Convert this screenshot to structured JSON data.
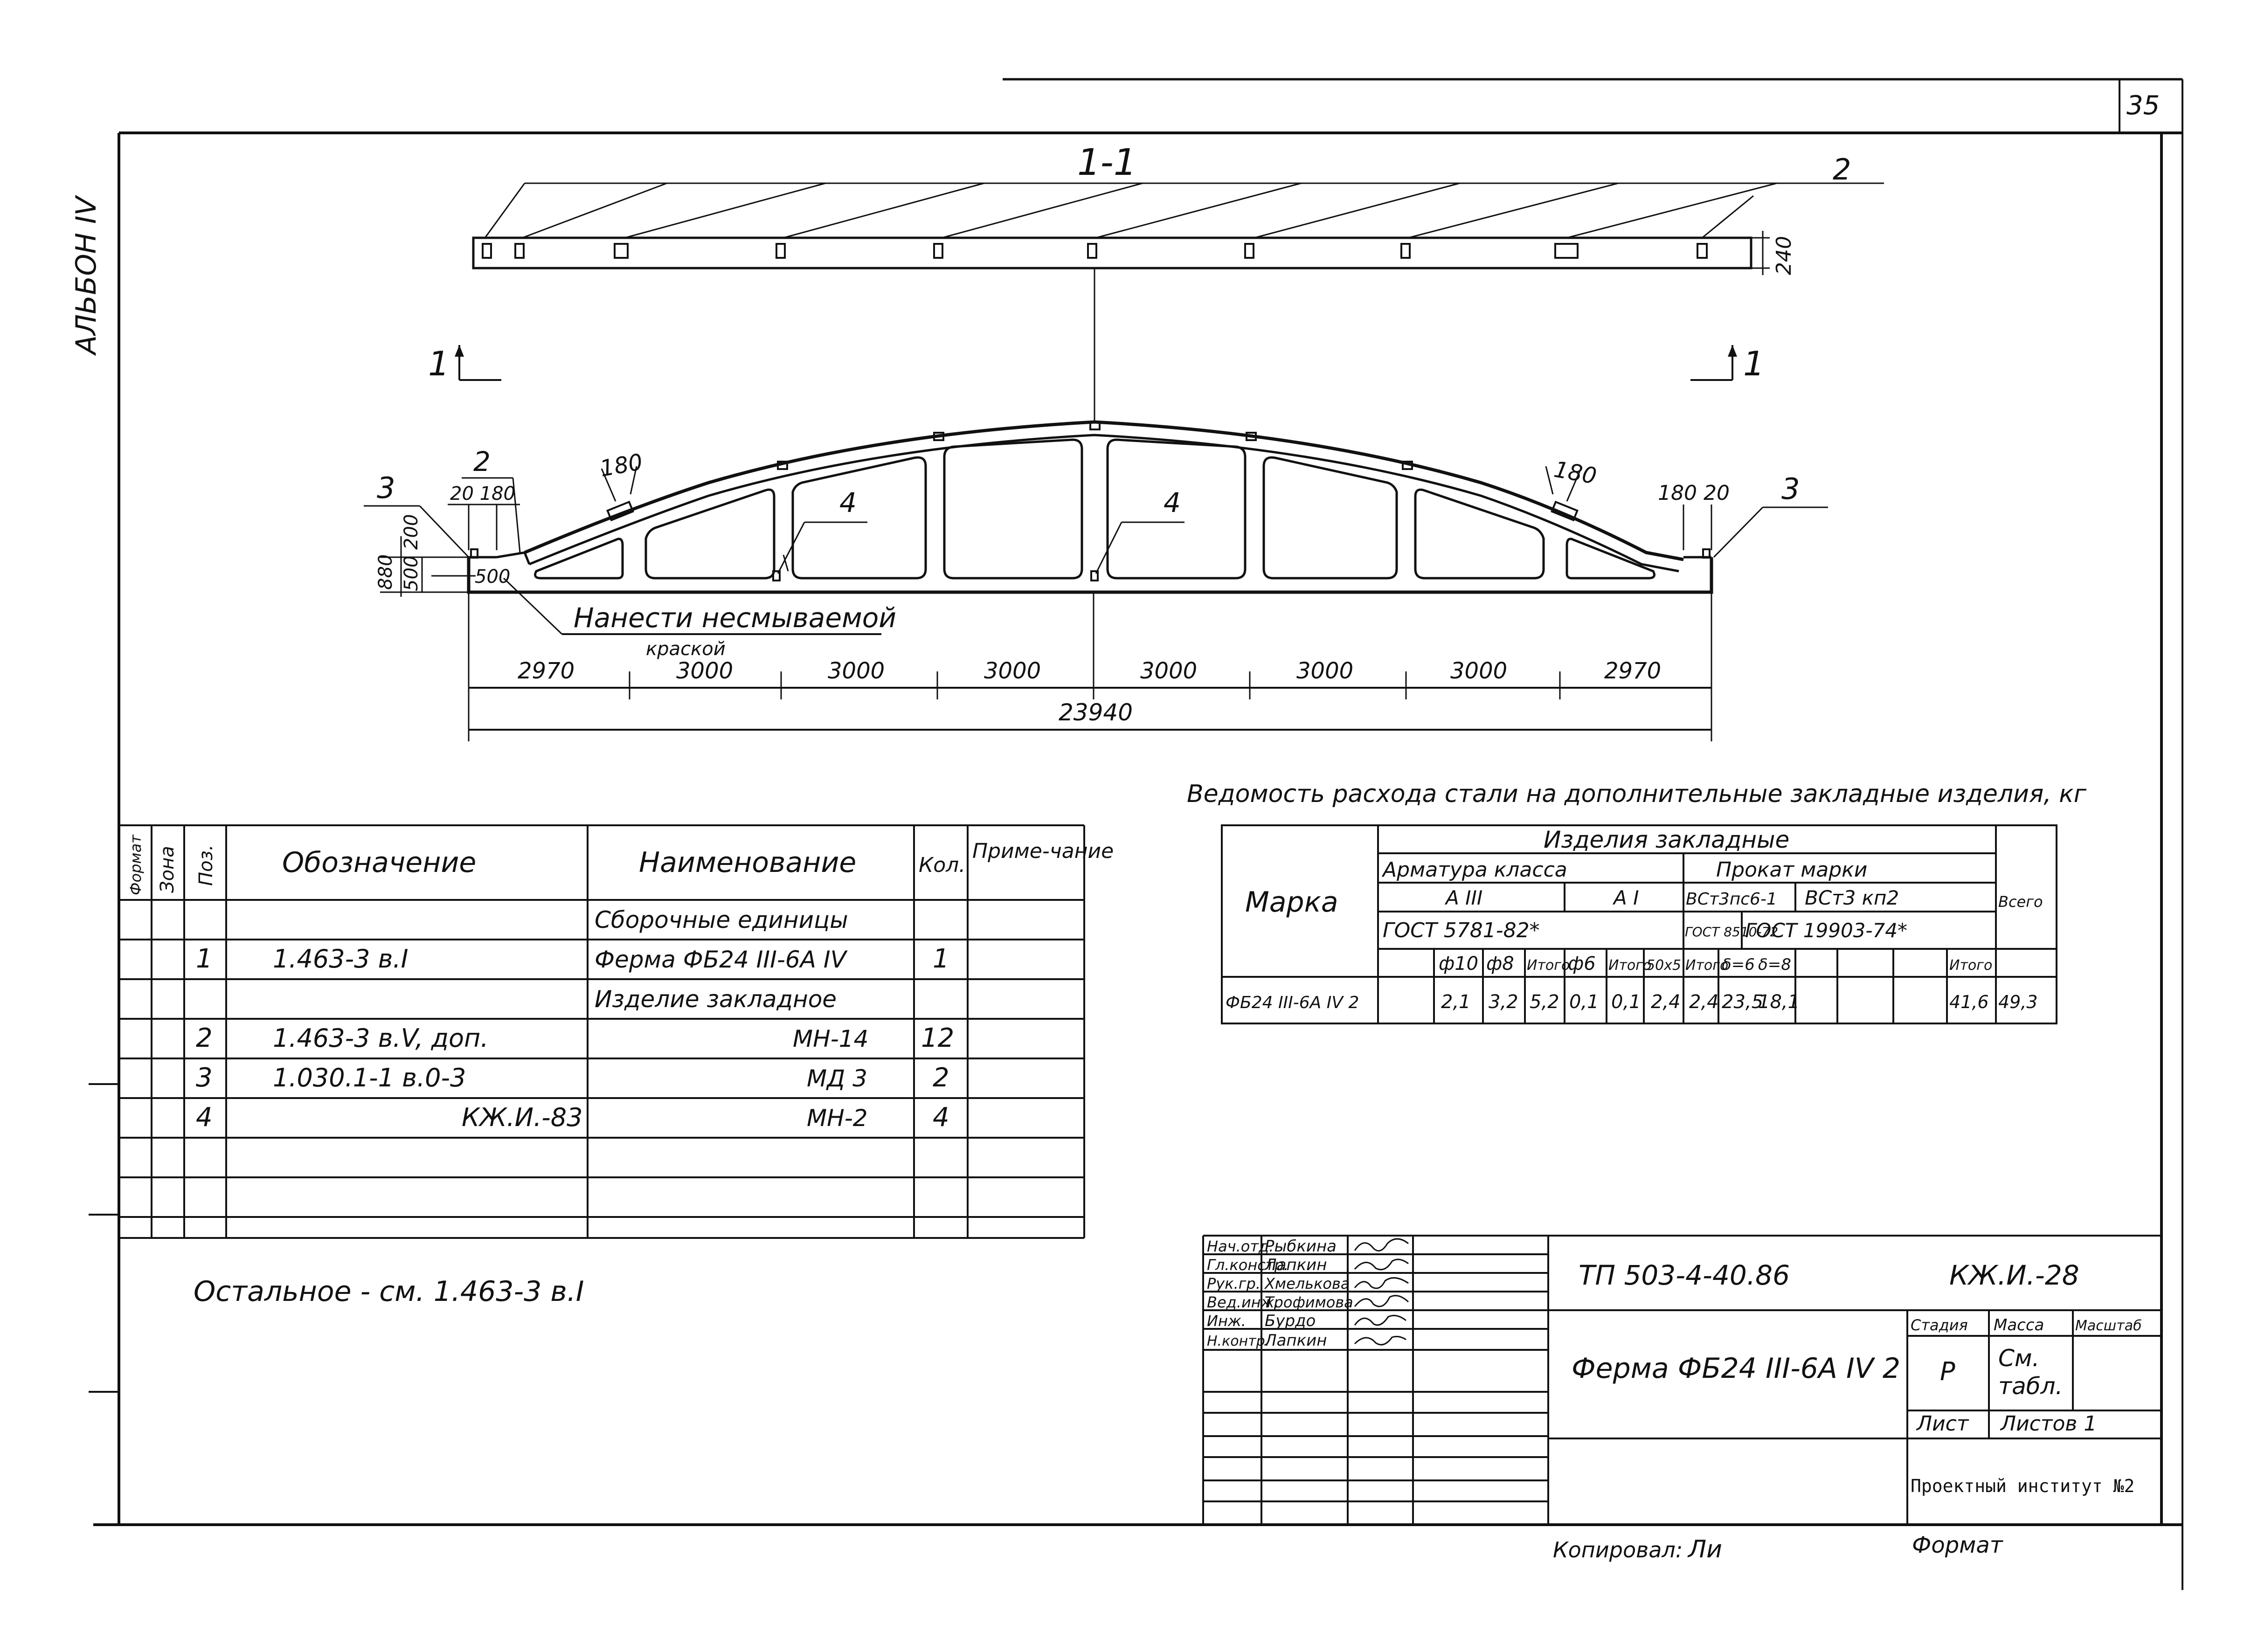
{
  "sheet": {
    "page_number": "35",
    "album": "АЛЬБОН IV",
    "section_title": "1-1",
    "section_left_mark": "1",
    "section_right_mark": "1"
  },
  "drawing": {
    "callouts": {
      "top_pos": "2",
      "top_height": "240",
      "left_pos3": "3",
      "left_pos2": "2",
      "left_dim_20_180": "20 180",
      "left_dim_880": "880",
      "left_dim_500_200": "500 200",
      "left_dim_500": "500",
      "left_dim_180": "180",
      "right_dim_180": "180",
      "right_dim_180_20": "180 20",
      "right_pos3": "3",
      "pos4_left": "4",
      "pos4_right": "4",
      "paint_note_line1": "Нанести несмываемой",
      "paint_note_line2": "краской"
    },
    "bays": [
      "2970",
      "3000",
      "3000",
      "3000",
      "3000",
      "3000",
      "3000",
      "2970"
    ],
    "overall_length": "23940"
  },
  "spec_table": {
    "headers": {
      "format": "Формат",
      "zone": "Зона",
      "pos": "Поз.",
      "designation": "Обозначение",
      "name": "Наименование",
      "qty": "Кол.",
      "note": "Приме-чание"
    },
    "rows": [
      {
        "pos": "",
        "des": "",
        "name": "Сборочные единицы",
        "qty": ""
      },
      {
        "pos": "1",
        "des": "1.463-3 в.I",
        "name": "Ферма ФБ24 III-6А IV",
        "qty": "1"
      },
      {
        "pos": "",
        "des": "",
        "name": "Изделие закладное",
        "qty": ""
      },
      {
        "pos": "2",
        "des": "1.463-3 в.V, доп.",
        "name": "МН-14",
        "qty": "12"
      },
      {
        "pos": "3",
        "des": "1.030.1-1 в.0-3",
        "name": "МД 3",
        "qty": "2"
      },
      {
        "pos": "4",
        "des": "КЖ.И.-83",
        "name": "МН-2",
        "qty": "4"
      },
      {
        "pos": "",
        "des": "",
        "name": "",
        "qty": ""
      },
      {
        "pos": "",
        "des": "",
        "name": "",
        "qty": ""
      }
    ]
  },
  "remainder_note": "Остальное - см. 1.463-3 в.I",
  "steel": {
    "title": "Ведомость расхода стали на дополнительные закладные изделия, кг",
    "mark_header": "Марка",
    "embedded_header": "Изделия закладные",
    "rebar_header": "Арматура класса",
    "rolled_header": "Прокат марки",
    "a3": "А III",
    "a1": "А I",
    "vst3ps61": "ВСт3пс6-1",
    "vst3kp2": "ВСт3 кп2",
    "gost_rebar": "ГОСТ 5781-82*",
    "gost_8510": "ГОСТ 8510-72",
    "gost_19903": "ГОСТ 19903-74*",
    "total_header": "Всего",
    "sub": [
      "ф10",
      "ф8",
      "Итого",
      "ф6",
      "Итого",
      "50х5",
      "Итого",
      "δ=6",
      "δ=8",
      "",
      "Итого"
    ],
    "row": {
      "mark": "ФБ24 III-6А IV 2",
      "values": [
        "2,1",
        "3,2",
        "5,2",
        "0,1",
        "0,1",
        "2,4",
        "2,4",
        "23,5",
        "18,1",
        "",
        "41,6"
      ],
      "total": "49,3"
    }
  },
  "title_block": {
    "roles": [
      "Нач.отд.",
      "Гл.констр.",
      "Рук.гр.",
      "Вед.инж.",
      "Инж.",
      "Н.контр."
    ],
    "names": [
      "Рыбкина",
      "Лапкин",
      "Хмелькова",
      "Трофимова",
      "Бурдо",
      "Лапкин"
    ],
    "code": "ТП 503-4-40.86",
    "sheet_code": "КЖ.И.-28",
    "product": "Ферма ФБ24 III-6А IV 2",
    "stage_label": "Стадия",
    "mass_label": "Масса",
    "scale_label": "Масштаб",
    "stage": "Р",
    "mass_line1": "См.",
    "mass_line2": "табл.",
    "sheet_label": "Лист",
    "sheets_label": "Листов 1",
    "org": "Проектный институт №2",
    "copied": "Копировал:",
    "copied_sign": "Ли",
    "format": "Формат"
  }
}
